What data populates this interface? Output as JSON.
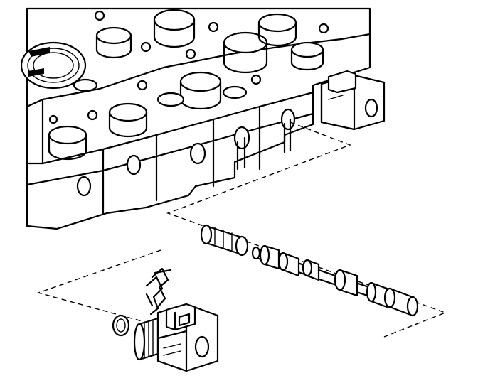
{
  "figure": {
    "background_color": "#ffffff",
    "line_color": "#000000",
    "parts": [
      {
        "name": "valve-body",
        "icon": "valve-body-casting"
      },
      {
        "name": "solenoid-installed",
        "icon": "solenoid-connector"
      },
      {
        "name": "valve-sleeve",
        "icon": "cylinder-sleeve"
      },
      {
        "name": "valve-spool",
        "icon": "spool-valve"
      },
      {
        "name": "retaining-clip",
        "icon": "spring-clip"
      },
      {
        "name": "o-ring-seal",
        "icon": "o-ring"
      },
      {
        "name": "solenoid-removed",
        "icon": "solenoid-connector"
      }
    ]
  }
}
